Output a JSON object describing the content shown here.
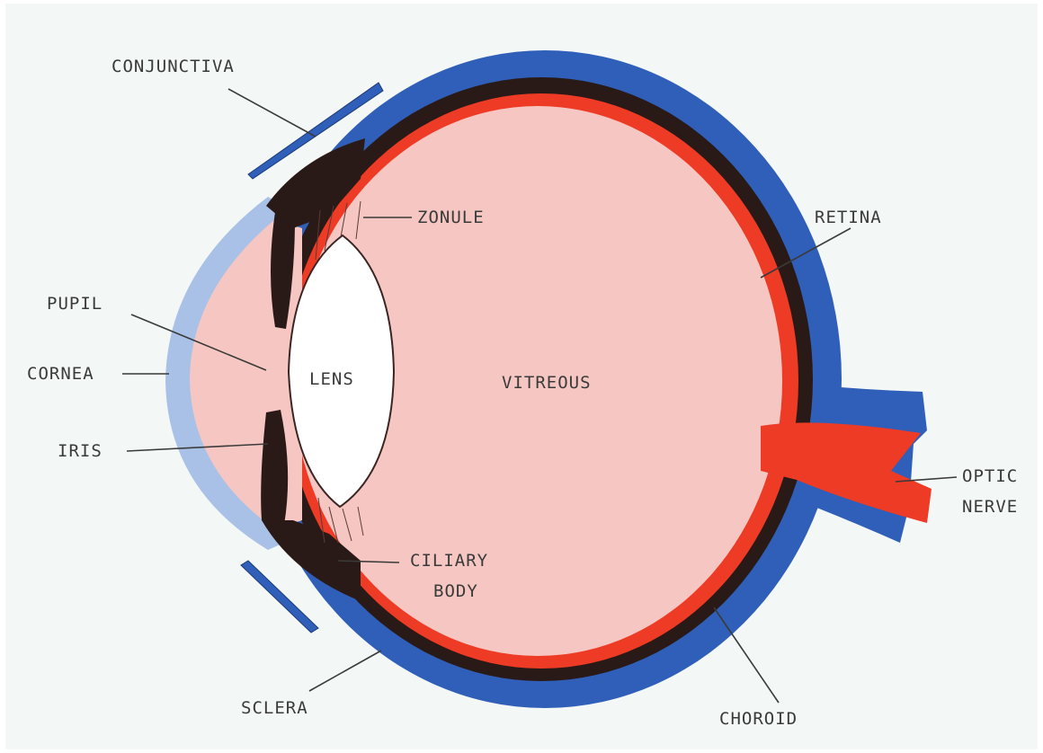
{
  "labels": {
    "conjunctiva": "CONJUNCTIVA",
    "zonule": "ZONULE",
    "retina": "RETINA",
    "pupil": "PUPIL",
    "cornea": "CORNEA",
    "lens": "LENS",
    "vitreous": "VITREOUS",
    "iris": "IRIS",
    "optic_nerve_1": "OPTIC",
    "optic_nerve_2": "NERVE",
    "ciliary_body_1": "CILIARY",
    "ciliary_body_2": "BODY",
    "sclera": "SCLERA",
    "choroid": "CHOROID"
  },
  "colors": {
    "sclera": "#2f5fb8",
    "choroid": "#2a1a17",
    "retina": "#ee3b25",
    "vitreous": "#f6c7c2",
    "cornea": "#a9c1e6",
    "lens": "#ffffff",
    "background": "#f3f7f6"
  }
}
